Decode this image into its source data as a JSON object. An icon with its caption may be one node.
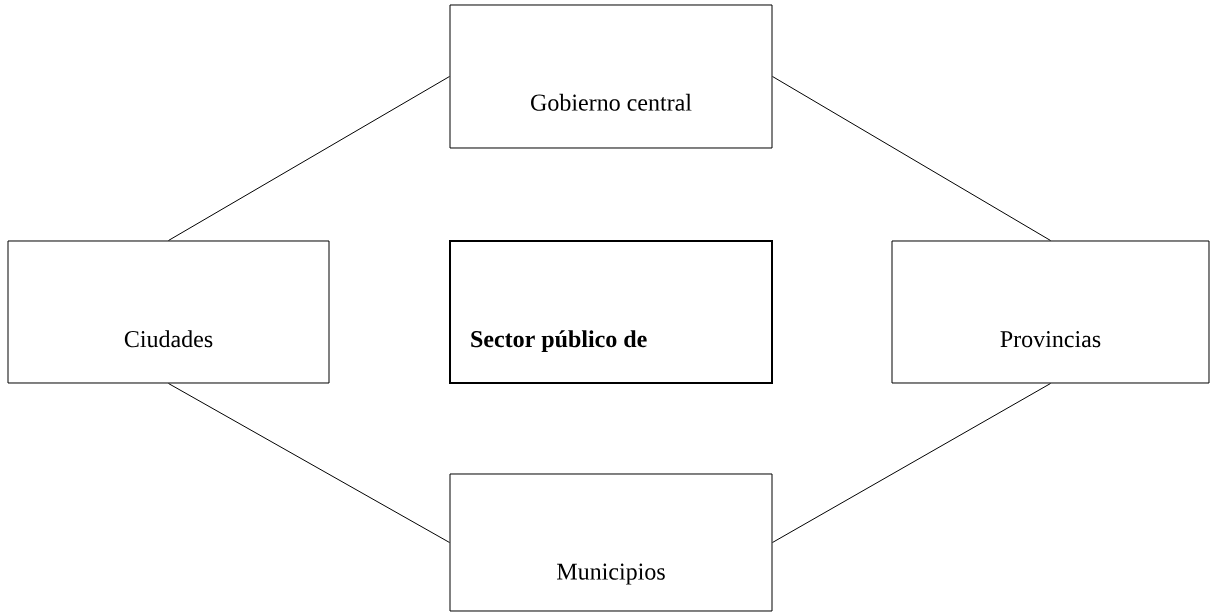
{
  "diagram": {
    "nodes": [
      {
        "text": [
          "Gobierno central"
        ]
      },
      {
        "text": [
          "Ciudades"
        ]
      },
      {
        "text": [
          "Sector público de"
        ]
      },
      {
        "text": [
          "Provincias"
        ]
      },
      {
        "text": [
          "Municipios"
        ]
      }
    ],
    "edges": [
      {
        "from": 0,
        "to": 1,
        "arrow": "none"
      },
      {
        "from": 0,
        "to": 3,
        "arrow": "none"
      },
      {
        "from": 1,
        "to": 4,
        "arrow": "none"
      },
      {
        "from": 3,
        "to": 4,
        "arrow": "none"
      }
    ]
  }
}
